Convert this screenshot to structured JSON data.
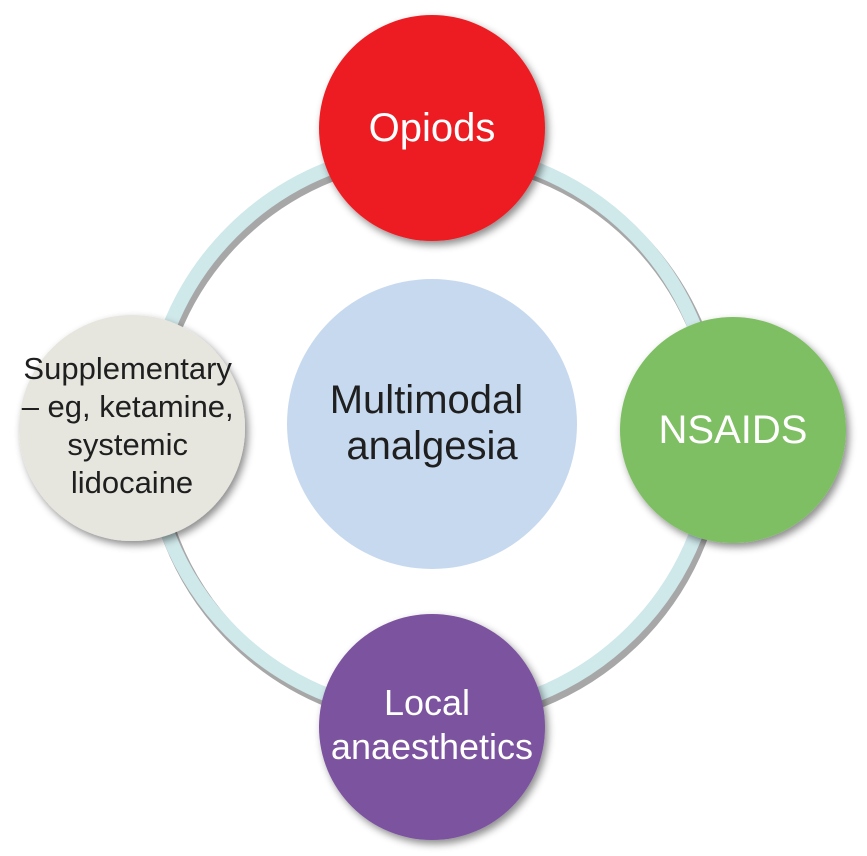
{
  "center": {
    "lines": [
      "Multimodal",
      "analgesia"
    ],
    "color": "#c7d9ef",
    "text_color": "#1f1f1f"
  },
  "nodes": {
    "top": {
      "lines": [
        "Opiods"
      ],
      "color": "#ed1c24",
      "text_color": "#ffffff"
    },
    "right": {
      "lines": [
        "NSAIDS"
      ],
      "color": "#7fbf63",
      "text_color": "#ffffff"
    },
    "bottom": {
      "lines": [
        "Local",
        "anaesthetics"
      ],
      "color": "#7c529f",
      "text_color": "#ffffff"
    },
    "left": {
      "lines": [
        "Supplementary",
        "– eg, ketamine,",
        "systemic",
        "lidocaine"
      ],
      "color": "#e6e6df",
      "text_color": "#1f1f1f"
    }
  },
  "ring": {
    "color": "#cfe8ea",
    "shadow_color": "#5f5f5f"
  }
}
